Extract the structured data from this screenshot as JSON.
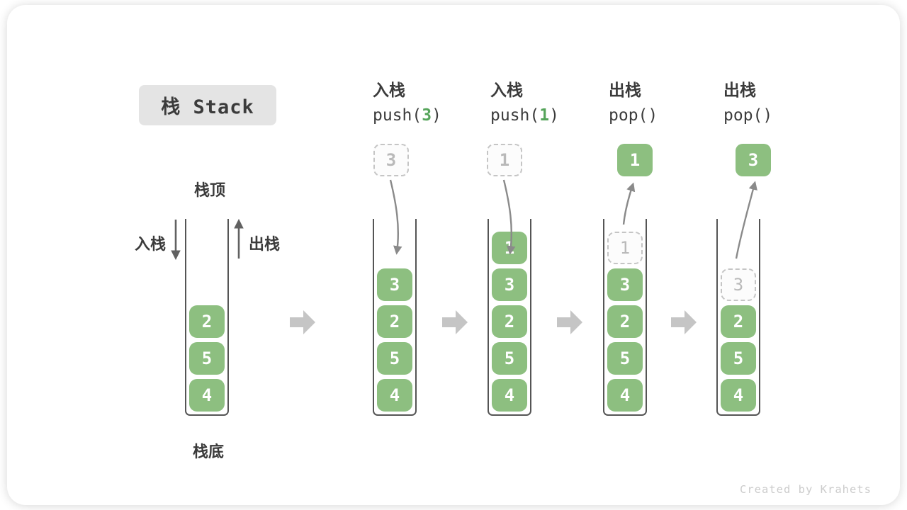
{
  "title": {
    "text": "栈 Stack"
  },
  "legend": {
    "stack_top": "栈顶",
    "stack_bottom": "栈底",
    "push_arrow_label": "入栈",
    "pop_arrow_label": "出栈"
  },
  "columns": [
    {
      "label": "入栈",
      "code_prefix": "push(",
      "code_arg": "3",
      "code_suffix": ")"
    },
    {
      "label": "入栈",
      "code_prefix": "push(",
      "code_arg": "1",
      "code_suffix": ")"
    },
    {
      "label": "出栈",
      "code_prefix": "pop(",
      "code_arg": "",
      "code_suffix": ")"
    },
    {
      "label": "出栈",
      "code_prefix": "pop(",
      "code_arg": "",
      "code_suffix": ")"
    }
  ],
  "floats": [
    {
      "value": "3",
      "style": "dashed"
    },
    {
      "value": "1",
      "style": "dashed"
    },
    {
      "value": "1",
      "style": "solid"
    },
    {
      "value": "3",
      "style": "solid"
    }
  ],
  "stacks": [
    {
      "cells": [
        {
          "value": "2"
        },
        {
          "value": "5"
        },
        {
          "value": "4"
        }
      ]
    },
    {
      "cells": [
        {
          "value": "3"
        },
        {
          "value": "2"
        },
        {
          "value": "5"
        },
        {
          "value": "4"
        }
      ]
    },
    {
      "cells": [
        {
          "value": "1"
        },
        {
          "value": "3"
        },
        {
          "value": "2"
        },
        {
          "value": "5"
        },
        {
          "value": "4"
        }
      ]
    },
    {
      "cells": [
        {
          "value": "1",
          "ghost": true
        },
        {
          "value": "3"
        },
        {
          "value": "2"
        },
        {
          "value": "5"
        },
        {
          "value": "4"
        }
      ]
    },
    {
      "cells": [
        {
          "value": "3",
          "ghost": true
        },
        {
          "value": "2"
        },
        {
          "value": "5"
        },
        {
          "value": "4"
        }
      ]
    }
  ],
  "watermark": "Created by Krahets",
  "colors": {
    "ink": "#3b3b3b",
    "cell_green": "#8dbf80",
    "accent_green": "#55a45a",
    "wall": "#555555",
    "ghost_border": "#c5c5c5",
    "ghost_ink": "#b9b9b9",
    "title_bg": "#e4e4e4",
    "block_arrow": "#c5c5c5",
    "curve_arrow": "#8a8a8a",
    "legend_arrow": "#616161",
    "watermark": "#cccccc"
  }
}
